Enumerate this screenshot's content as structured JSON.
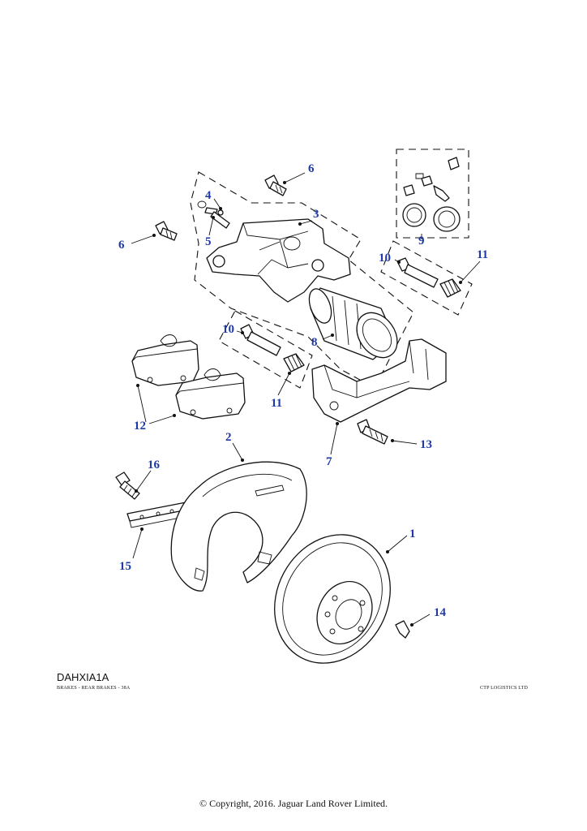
{
  "diagram": {
    "code": "DAHXIA1A",
    "section": "BRAKES - REAR BRAKES - 38A",
    "vendor": "CTP LOGISTICS LTD",
    "copyright": "© Copyright, 2016. Jaguar Land Rover Limited.",
    "callout_color": "#1f3aa8",
    "callouts": {
      "c1": "1",
      "c2": "2",
      "c3": "3",
      "c4": "4",
      "c5": "5",
      "c6a": "6",
      "c6b": "6",
      "c7": "7",
      "c8": "8",
      "c9": "9",
      "c10a": "10",
      "c10b": "10",
      "c11a": "11",
      "c11b": "11",
      "c12": "12",
      "c13": "13",
      "c14": "14",
      "c15": "15",
      "c16": "16"
    }
  }
}
